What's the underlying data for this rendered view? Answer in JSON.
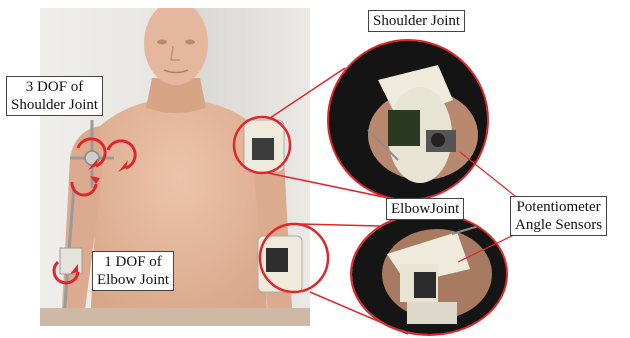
{
  "labels": {
    "shoulder_dof": [
      "3 DOF of",
      "Shoulder Joint"
    ],
    "elbow_dof": [
      "1 DOF of",
      "Elbow Joint"
    ],
    "shoulder_joint": "Shoulder Joint",
    "elbow_joint": "ElbowJoint",
    "sensors": [
      "Potentiometer",
      "Angle Sensors"
    ]
  },
  "colors": {
    "marker": "#e0262a",
    "skin": "#e2b59b",
    "background": "#e9e8e4",
    "printed_part": "#eeeadc",
    "zoom_background": "#111111"
  }
}
